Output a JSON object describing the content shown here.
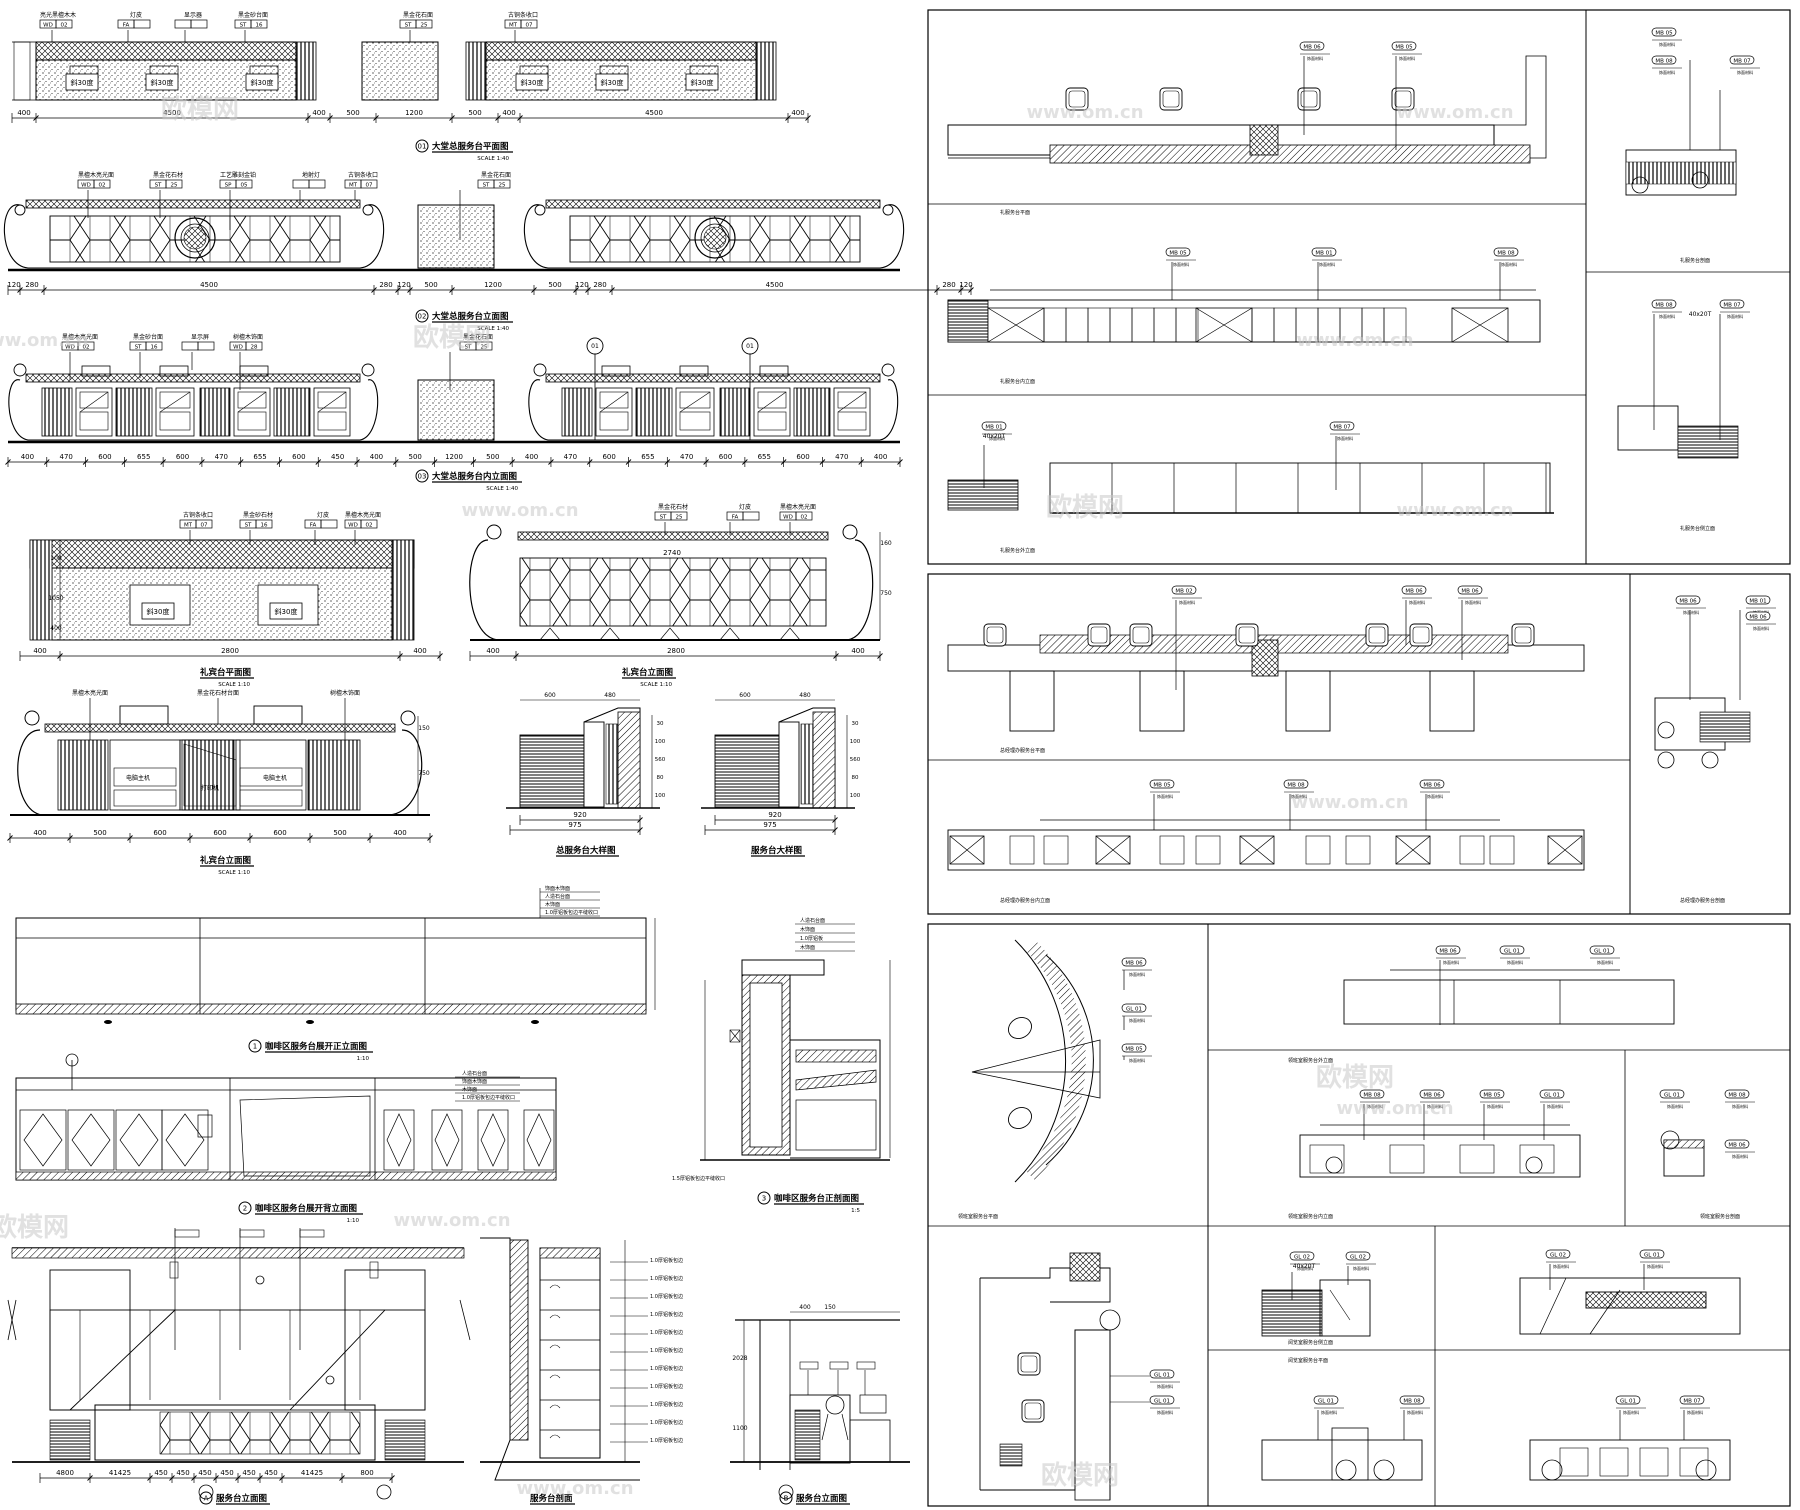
{
  "colors": {
    "line": "#000000",
    "paper": "#ffffff",
    "watermark": "#c8c8c8"
  },
  "watermark": {
    "text": "欧模网",
    "url": "www.om.cn"
  },
  "left": {
    "lobby_plan": {
      "title": "大堂总服务台平面图",
      "scale": "SCALE 1:40",
      "ref": "01",
      "tags": [
        {
          "text": "亮光黑檀木木",
          "code": "WD",
          "num": "02"
        },
        {
          "text": "灯皮",
          "code": "FA",
          "num": ""
        },
        {
          "text": "显示器",
          "code": "",
          "num": ""
        },
        {
          "text": "黑金砂台面",
          "code": "ST",
          "num": "16"
        },
        {
          "text": "黑金花石面",
          "code": "ST",
          "num": "25"
        },
        {
          "text": "古铜条收口",
          "code": "MT",
          "num": "07"
        }
      ],
      "slope_label": "斜30度",
      "dims": [
        "400",
        "4500",
        "400",
        "500",
        "1200",
        "500",
        "400",
        "4500",
        "400"
      ]
    },
    "lobby_elev": {
      "title": "大堂总服务台立面图",
      "scale": "SCALE 1:40",
      "ref": "02",
      "tags": [
        {
          "text": "黑檀木亮光面",
          "code": "WD",
          "num": "02"
        },
        {
          "text": "黑金花石材",
          "code": "ST",
          "num": "25"
        },
        {
          "text": "工艺雕刻金铂",
          "code": "SP",
          "num": "05"
        },
        {
          "text": "地射灯",
          "code": "",
          "num": ""
        },
        {
          "text": "古铜条收口",
          "code": "MT",
          "num": "07"
        },
        {
          "text": "黑金花石面",
          "code": "ST",
          "num": "25"
        }
      ],
      "dims": [
        "120",
        "280",
        "4500",
        "280",
        "120",
        "500",
        "1200",
        "500",
        "120",
        "280",
        "4500",
        "280",
        "120"
      ]
    },
    "lobby_inner": {
      "title": "大堂总服务台内立面图",
      "scale": "SCALE 1:40",
      "ref": "03",
      "tags": [
        {
          "text": "黑檀木亮光面",
          "code": "WD",
          "num": "02"
        },
        {
          "text": "黑金砂台面",
          "code": "ST",
          "num": "16"
        },
        {
          "text": "显示屏",
          "code": "",
          "num": ""
        },
        {
          "text": "树檀木饰面",
          "code": "WD",
          "num": "28"
        },
        {
          "text": "黑金花石面",
          "code": "ST",
          "num": "25"
        }
      ],
      "dims": [
        "400",
        "470",
        "600",
        "655",
        "600",
        "470",
        "655",
        "600",
        "450",
        "400",
        "500",
        "1200",
        "500",
        "400",
        "470",
        "600",
        "655",
        "470",
        "600",
        "655",
        "600",
        "470",
        "400"
      ]
    },
    "gift_plan": {
      "title": "礼宾台平面图",
      "scale": "SCALE 1:10",
      "tags": [
        {
          "text": "古铜条收口",
          "code": "MT",
          "num": "07"
        },
        {
          "text": "黑金砂石材",
          "code": "ST",
          "num": "16"
        },
        {
          "text": "灯皮",
          "code": "FA",
          "num": ""
        },
        {
          "text": "黑檀木亮光面",
          "code": "WD",
          "num": "02"
        }
      ],
      "dims": [
        "400",
        "2800",
        "400"
      ]
    },
    "gift_elev": {
      "title": "礼宾台立面图",
      "scale": "SCALE 1:10",
      "tags": [
        {
          "text": "黑金花石材",
          "code": "ST",
          "num": "25"
        },
        {
          "text": "灯皮",
          "code": "FA",
          "num": ""
        },
        {
          "text": "黑檀木亮光面",
          "code": "WD",
          "num": "02"
        }
      ],
      "dims": [
        "400",
        "2800",
        "400"
      ],
      "inner_dim": "2740"
    },
    "gift_inner": {
      "title": "礼宾台立面图",
      "scale": "SCALE 1:10",
      "tags": [
        {
          "text": "黑檀木亮光面",
          "code": "",
          "num": ""
        },
        {
          "text": "黑金花石材台面",
          "code": "",
          "num": ""
        },
        {
          "text": "树檀木饰面",
          "code": "",
          "num": ""
        }
      ],
      "dims": [
        "400",
        "500",
        "600",
        "600",
        "600",
        "500",
        "400"
      ],
      "drawer_labels": [
        "电脑主机",
        "打印机",
        "电脑主机"
      ]
    },
    "sections": [
      {
        "title": "总服务台大样图",
        "dims": [
          "920",
          "975"
        ]
      },
      {
        "title": "服务台大样图",
        "dims": [
          "920",
          "975"
        ]
      }
    ],
    "cafe_front": {
      "num": "1",
      "title": "咖啡区服务台展开正立面图",
      "scale": "1:10"
    },
    "cafe_back": {
      "num": "2",
      "title": "咖啡区服务台展开背立面图",
      "scale": "1:10"
    },
    "cafe_section": {
      "num": "3",
      "title": "咖啡区服务台正剖面图",
      "scale": "1:5"
    },
    "bottom": [
      {
        "num": "A",
        "title": "服务台立面图",
        "dims": [
          "4800",
          "41425",
          "450",
          "450",
          "450",
          "450",
          "450",
          "450",
          "41425",
          "800"
        ]
      },
      {
        "num": "",
        "title": "服务台剖面"
      },
      {
        "num": "B",
        "title": "服务台立面图"
      }
    ]
  },
  "right": {
    "panel1": {
      "labels": [
        "礼服务台平面",
        "礼服务台内立面",
        "礼服务台外立面",
        "礼服务台剖面",
        "礼服务台侧立面"
      ],
      "tags": [
        "MB 06",
        "MB 05",
        "MB 05",
        "MB 01",
        "MB 08",
        "MB 01",
        "MB 07",
        "MB 05",
        "MB 08",
        "MB 07"
      ],
      "dim": "40x20T"
    },
    "panel2": {
      "labels": [
        "总经理办服务台平面",
        "总经理办服务台内立面",
        "总经理办服务台剖面"
      ],
      "tags": [
        "MB 02",
        "MB 06",
        "MB 06",
        "MB 05",
        "MB 08",
        "MB 06",
        "MB 06",
        "MB 01"
      ]
    },
    "panel3": {
      "labels": [
        "领班室服务台平面",
        "领班室服务台外立面",
        "领班室服务台内立面",
        "领班室服务台剖面",
        "阅览室服务台侧立面",
        "阅览室服务台平面"
      ],
      "tags": [
        "MB 06",
        "GL 01",
        "MB 05",
        "MB 06",
        "GL 01",
        "MB 08",
        "MB 06",
        "MB 05",
        "GL 01",
        "GL 02",
        "GL 02",
        "GL 02",
        "GL 01",
        "GL 01",
        "MB 08",
        "MB 06",
        "GL 01",
        "GL 01",
        "MB 07"
      ],
      "dim": "40x20T"
    }
  }
}
